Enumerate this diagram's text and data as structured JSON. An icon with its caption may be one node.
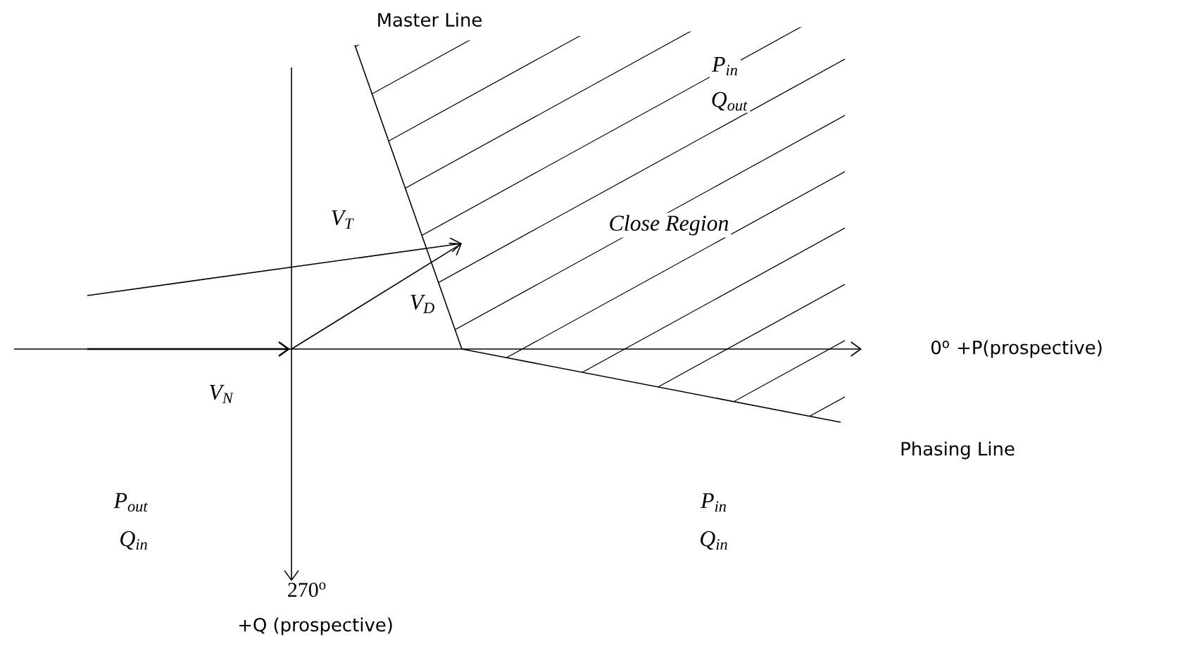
{
  "diagram": {
    "labels": [
      "Master Line",
      "P$_{in}$",
      "Q$_{out}$",
      "V$_{T}$",
      "Close Region",
      "V$_{D}$",
      "0$^{o}$ +P(prospective)",
      "V$_{N}$",
      "Phasing Line",
      "P$_{out}$",
      "Q$_{in}$",
      "P$_{in}$",
      "Q$_{in}$",
      "270$^{o}$",
      "+Q (prospective)"
    ]
  }
}
